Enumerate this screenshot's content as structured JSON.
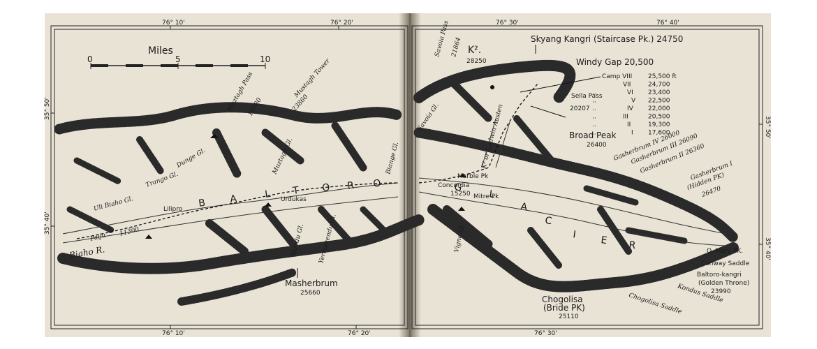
{
  "scale_bar": {
    "title": "Miles",
    "ticks": [
      "0",
      "5",
      "10"
    ]
  },
  "graticule": {
    "top": [
      "76° 10'",
      "76° 20'",
      "76° 30'",
      "76° 40'"
    ],
    "bottom": [
      "76° 10'",
      "76° 20'",
      "76° 30'"
    ],
    "left": [
      "35° 50'",
      "35° 40'"
    ],
    "right": [
      "35° 50'",
      "35° 40'"
    ]
  },
  "peaks": {
    "k2_name": "K².",
    "k2_alt": "28250",
    "skyang": "Skyang Kangri (Staircase Pk.) 24750",
    "windy_gap": "Windy Gap 20,500",
    "broad_name": "Broad Peak",
    "broad_alt": "26400",
    "masherbrum_name": "Masherbrum",
    "masherbrum_alt": "25660",
    "chogolisa_name": "Chogolisa",
    "chogolisa_sub": "(Bride PK)",
    "chogolisa_alt": "25110",
    "gasherbrum_iv": "Gasherbrum IV 26000",
    "gasherbrum_iii": "Gasherbrum III 26090",
    "gasherbrum_ii": "Gasherbrum II 26360",
    "gasherbrum_i": "Gasherbrum I",
    "gasherbrum_i_sub": "(Hidden PK)",
    "gasherbrum_i_alt": "26470",
    "mary_pk": "Q. Mary PK.",
    "conway_saddle": "Conway Saddle",
    "baltoro_kangri": "Baltoro-kangri",
    "golden_throne": "(Golden Throne)",
    "baltoro_kangri_alt": "23990",
    "kondus_saddle": "Kondus Saddle",
    "chogolisa_saddle": "Chogolisa Saddle",
    "marble_pk": "Marble Pk",
    "mitre_pk": "Mitre Pk"
  },
  "camps": {
    "title": "Camp VIII",
    "rows": [
      {
        "numeral": "VIII",
        "alt": "25,500 ft"
      },
      {
        "numeral": "VII",
        "alt": "24,700"
      },
      {
        "numeral": "VI",
        "alt": "23,400"
      },
      {
        "numeral": "V",
        "alt": "22,500"
      },
      {
        "numeral": "IV",
        "alt": "22,000"
      },
      {
        "numeral": "III",
        "alt": "20,500"
      },
      {
        "numeral": "II",
        "alt": "19,300"
      },
      {
        "numeral": "I",
        "alt": "17,600"
      }
    ]
  },
  "passes": {
    "savoia": "Savoia Pass",
    "savoia_alt": "21864",
    "sella": "Sella Pass",
    "sella_alt": "20207",
    "muztagh": "Muztagh Pass",
    "muztagh_alt": "19780",
    "mustagh_tower": "Mustagh Tower",
    "mustagh_tower_alt": "23860"
  },
  "glaciers": {
    "baltoro_letters": [
      "B",
      "A",
      "L",
      "T",
      "O",
      "R",
      "O"
    ],
    "glacier_letters": [
      "G",
      "L",
      "A",
      "C",
      "I",
      "E",
      "R"
    ],
    "savoia_gl": "Savoia Gl.",
    "godwin_austen": "K² or Godwin Austen",
    "dunge": "Dunge Gl.",
    "trango": "Trango Gl.",
    "uli_biaho": "Uli Biaho Gl.",
    "muztagh_gl": "Muztagh Gl.",
    "biange": "Biange Gl.",
    "yermanendu": "Yermanendu Gl.",
    "mandu": "Mandu Gl.",
    "vigne": "Vigne Gl."
  },
  "places": {
    "concordia": "Concordia",
    "concordia_alt": "15250",
    "urdukas": "Urdukas",
    "lilipro": "Lilipro",
    "paiju": "Paiju",
    "paiju_alt": "11300",
    "biaho": "Biaho R."
  },
  "colors": {
    "paper": "#e9e3d5",
    "ink": "#1a1a1a",
    "gutter": "#6a6357"
  }
}
